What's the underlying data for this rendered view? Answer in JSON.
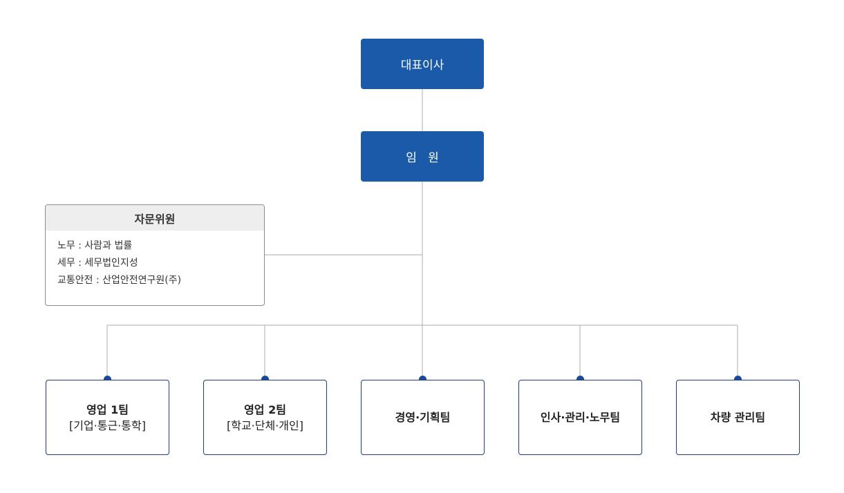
{
  "ceo": {
    "label": "대표이사"
  },
  "executive": {
    "label": "임   원"
  },
  "advisory": {
    "title": "자문위원",
    "items": [
      "노무 : 사람과 법률",
      "세무 : 세무법인지성",
      "교통안전 : 산업안전연구원(주)"
    ]
  },
  "teams": [
    {
      "line1": "영업 1팀",
      "line2": "[기업·통근·통학]"
    },
    {
      "line1": "영업 2팀",
      "line2": "[학교·단체·개인]"
    },
    {
      "line1": "경영·기획팀",
      "line2": ""
    },
    {
      "line1": "인사·관리·노무팀",
      "line2": ""
    },
    {
      "line1": "차량 관리팀",
      "line2": ""
    }
  ],
  "colors": {
    "primary": "#1b5aa8",
    "line": "#bbbbbb",
    "dot": "#1b4a9a"
  }
}
